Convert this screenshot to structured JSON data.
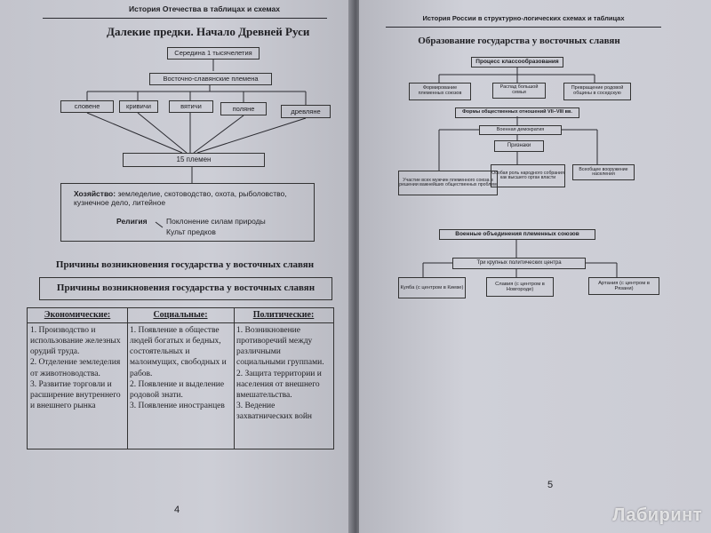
{
  "left_page": {
    "running_head": "История Отечества в таблицах и схемах",
    "title": "Далекие предки. Начало Древней Руси",
    "era_box": "Середина 1 тысячелетия",
    "tribes_box": "Восточно-славянские племена",
    "tribes": [
      "словене",
      "кривичи",
      "вятичи",
      "поляне",
      "древляне"
    ],
    "tribes_count": "15 племен",
    "economy_label": "Хозяйство:",
    "economy_text": "земледелие, скотоводство, охота, рыболовство, кузнечное дело, литейное",
    "religion_label": "Религия",
    "religion_items": [
      "Поклонение силам природы",
      "Культ предков"
    ],
    "section_title": "Причины возникновения государства у восточных славян",
    "table_title": "Причины возникновения государства у восточных славян",
    "table_headers": [
      "Экономические:",
      "Социальные:",
      "Политические:"
    ],
    "table_cells": [
      "1. Производство и использование железных орудий труда.\n2. Отделение земледелия от животноводства.\n3. Развитие торговли и расширение внутреннего и внешнего рынка",
      "1. Появление в обществе людей богатых и бедных, состоятельных и малоимущих, свободных и рабов.\n2. Появление и выделение родовой знати.\n3. Появление иностранцев",
      "1. Возникновение противоречий между различными социальными группами.\n2. Защита территории и населения от внешнего вмешательства.\n3. Ведение захватнических войн"
    ],
    "page_number": "4"
  },
  "right_page": {
    "running_head": "История России в структурно-логических схемах и таблицах",
    "title": "Образование государства у восточных славян",
    "process_box": "Процесс классообразования",
    "process_items": [
      "Формирование племенных союзов",
      "Распад большой семьи",
      "Превращение родовой общины в соседскую"
    ],
    "forms_box": "Формы общественных отношений VII–VIII вв.",
    "democracy_box": "Военная демократия",
    "signs_box": "Признаки",
    "signs_items": [
      "Участие всех мужчин племенного союза в решении важнейших общественных проблем",
      "Особая роль народного собрания как высшего орган власти",
      "Всеобщее вооружение населения"
    ],
    "unions_box": "Военные объединения племенных союзов",
    "centers_box": "Три крупных политических центра",
    "centers": [
      "Куяба (с центром в Киеве)",
      "Славия (с центром в Новгороде)",
      "Артания (с центром в Рязани)"
    ],
    "page_number": "5"
  },
  "watermark": "Лабиринт"
}
